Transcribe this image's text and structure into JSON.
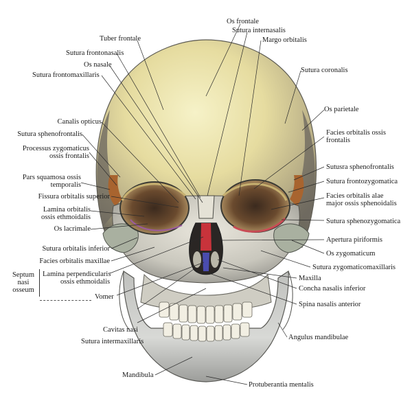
{
  "labels": {
    "os_frontale": "Os frontale",
    "sutura_internasalis": "Sutura internasalis",
    "tuber_frontale": "Tuber frontale",
    "margo_orbitalis": "Margo orbitalis",
    "sutura_frontonasalis": "Sutura frontonasalis",
    "os_nasale": "Os nasale",
    "sutura_frontomaxillaris": "Sutura frontomaxillaris",
    "sutura_coronalis": "Sutura coronalis",
    "os_parietale": "Os parietale",
    "canalis_opticus": "Canalis opticus",
    "sutura_sphenofrontalis_left": "Sutura sphenofrontalis",
    "facies_orbitalis_frontalis": [
      "Facies orbitalis ossis",
      "frontalis"
    ],
    "processus_zygomaticus": [
      "Processus zygomaticus",
      "ossis frontalis"
    ],
    "sutura_sphenofrontalis_right": "Sutusra sphenofrontalis",
    "sutura_frontozygomatica": "Sutura  frontozygomatica",
    "pars_squamosa": [
      "Pars squamosa ossis",
      "temporalis"
    ],
    "facies_orbitalis_alae": [
      "Facies orbitalis alae",
      "major ossis sphenoidalis"
    ],
    "fissura_orbitalis_superior": "Fissura orbitalis superior",
    "lamina_orbitalis": [
      "Lamina orbitalis",
      "ossis ethmoidalis"
    ],
    "sutura_sphenozygomatica": "Sutura sphenozygomatica",
    "os_lacrimale": "Os lacrimale",
    "apertura_piriformis": "Apertura piriformis",
    "sutura_orbitalis_inferior": "Sutura orbitalis inferior",
    "os_zygomaticum": "Os  zygomaticum",
    "facies_orbitalis_maxillae": "Facies orbitalis maxillae",
    "sutura_zygomaticomaxillaris": "Sutura zygomaticomaxillaris",
    "septum_nasi_osseum": [
      "Septum",
      "nasi",
      "osseum"
    ],
    "lamina_perpendicularis": [
      "Lamina perpendicularis",
      "ossis ethmoidalis"
    ],
    "maxilla": "Maxilla",
    "concha_nasalis_inferior": "Concha nasalis inferior",
    "vomer": "Vomer",
    "spina_nasalis_anterior": "Spina nasalis anterior",
    "cavitas_nasi": "Cavitas nasi",
    "sutura_intermaxillaris": "Sutura intermaxillaris",
    "angulus_mandibulae": "Angulus mandibulae",
    "mandibula": "Mandibula",
    "protuberantia_mentalis": "Protuberantia mentalis"
  }
}
